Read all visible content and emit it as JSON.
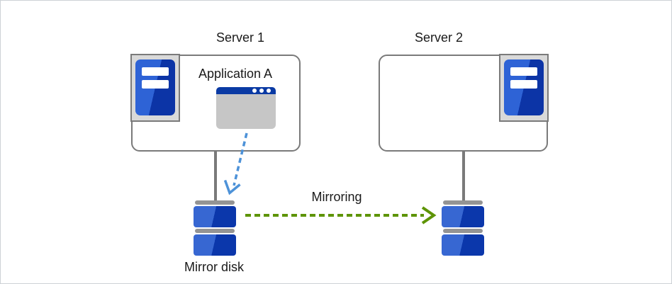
{
  "server1": {
    "title": "Server 1",
    "application_label": "Application A"
  },
  "server2": {
    "title": "Server 2"
  },
  "labels": {
    "mirroring": "Mirroring",
    "mirror_disk": "Mirror disk"
  },
  "icons": {
    "server": "server-tower-icon",
    "application": "app-window-icon",
    "disk": "mirror-disk-icon",
    "write_arrow": "app-write-arrow-icon",
    "mirroring_arrow": "mirroring-arrow-icon"
  },
  "colors": {
    "border-gray": "#7a7a7a",
    "frame-gray": "#d9d9d9",
    "server-blue": "#2e63d6",
    "server-blue-dark": "#0c34a6",
    "app-titlebar": "#0a3aa4",
    "app-body": "#c6c6c6",
    "disk-cap": "#949494",
    "disk-blue": "#3767d2",
    "disk-blue-dark": "#0b37ab",
    "arrow-blue": "#4d92d8",
    "arrow-green": "#5e9405"
  }
}
